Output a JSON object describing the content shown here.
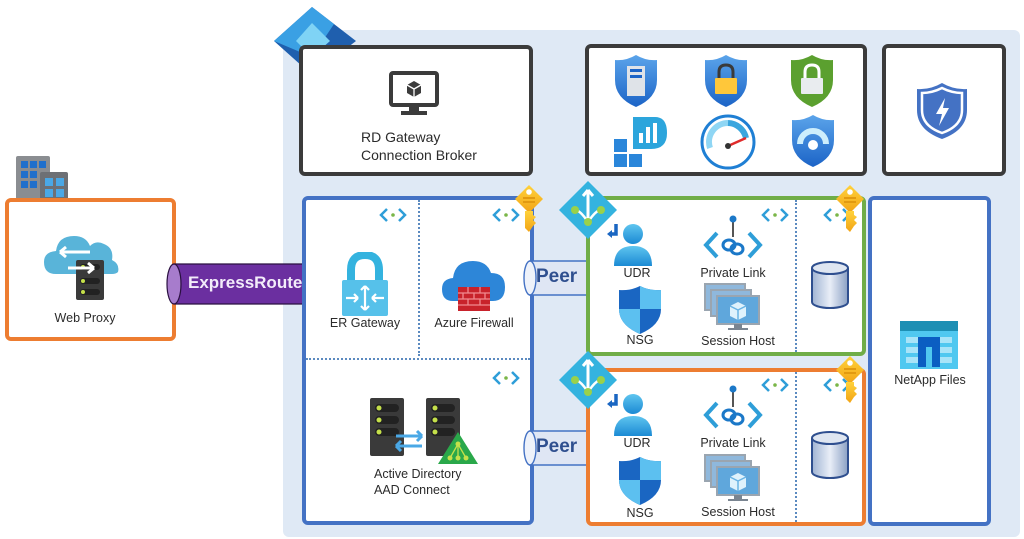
{
  "diagram": {
    "title": "Azure Virtual Desktop network architecture",
    "colors": {
      "azure_background": "#dfe9f5",
      "hub_border": "#4472c4",
      "spoke1_border": "#70ad47",
      "spoke2_border": "#ed7d31",
      "onprem_border": "#ed7d31",
      "services_border": "#3b3b3b",
      "expressroute": "#6b2fa0"
    },
    "onprem": {
      "icon": "building-icon",
      "web_proxy": {
        "label": "Web Proxy",
        "icon": "web-proxy-icon"
      }
    },
    "connection": {
      "label": "ExpressRoute"
    },
    "azure": {
      "icon": "azure-ad-icon",
      "rd_box": {
        "icon": "monitor-cube-icon",
        "line1": "RD Gateway",
        "line2": "Connection Broker"
      },
      "security_box": {
        "icons": [
          "security-center-icon",
          "key-vault-shield-icon",
          "secure-lock-icon",
          "monitor-insights-icon",
          "speedometer-icon",
          "defender-shield-icon"
        ]
      },
      "ddos_box": {
        "icon": "ddos-protection-icon"
      },
      "hub": {
        "er_gateway": "ER Gateway",
        "firewall": "Azure Firewall",
        "ad_line1": "Active Directory",
        "ad_line2": "AAD Connect"
      },
      "peer_labels": [
        "Peer",
        "Peer"
      ],
      "spokes": [
        {
          "udr": "UDR",
          "private_link": "Private Link",
          "nsg": "NSG",
          "session_host": "Session Host"
        },
        {
          "udr": "UDR",
          "private_link": "Private Link",
          "nsg": "NSG",
          "session_host": "Session Host"
        }
      ],
      "storage": {
        "label": "NetApp Files"
      }
    }
  }
}
